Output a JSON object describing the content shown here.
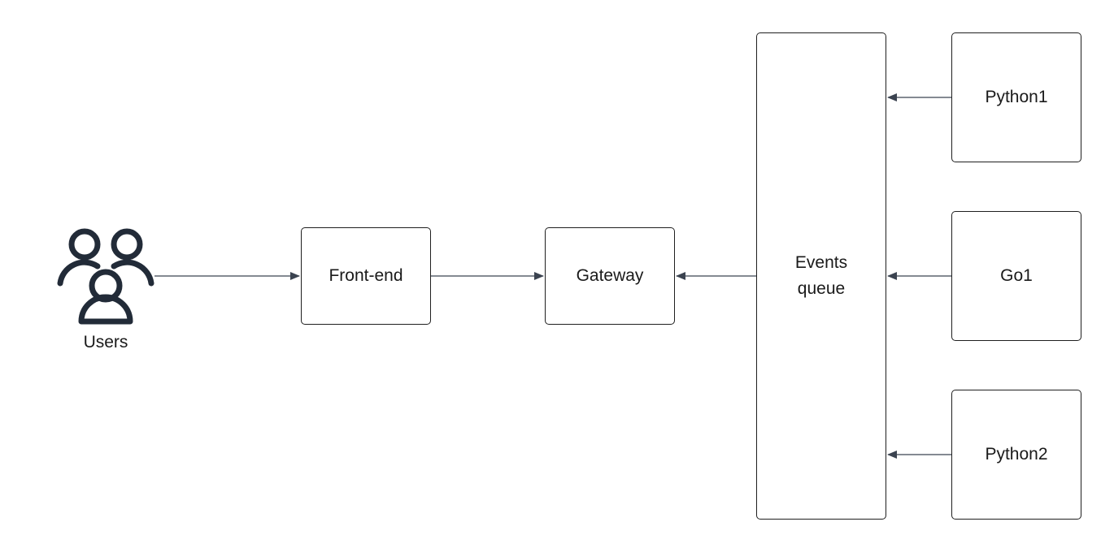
{
  "diagram": {
    "users": {
      "label": "Users",
      "icon": "users-group-icon"
    },
    "nodes": {
      "frontend": "Front-end",
      "gateway": "Gateway",
      "queue": "Events\nqueue",
      "python1": "Python1",
      "go1": "Go1",
      "python2": "Python2"
    },
    "edges": [
      {
        "from": "Users",
        "to": "Front-end"
      },
      {
        "from": "Front-end",
        "to": "Gateway"
      },
      {
        "from": "Events queue",
        "to": "Gateway"
      },
      {
        "from": "Python1",
        "to": "Events queue"
      },
      {
        "from": "Go1",
        "to": "Events queue"
      },
      {
        "from": "Python2",
        "to": "Events queue"
      }
    ],
    "colors": {
      "stroke": "#1f1f1f",
      "icon": "#222b38",
      "arrow": "#3b4350"
    }
  }
}
